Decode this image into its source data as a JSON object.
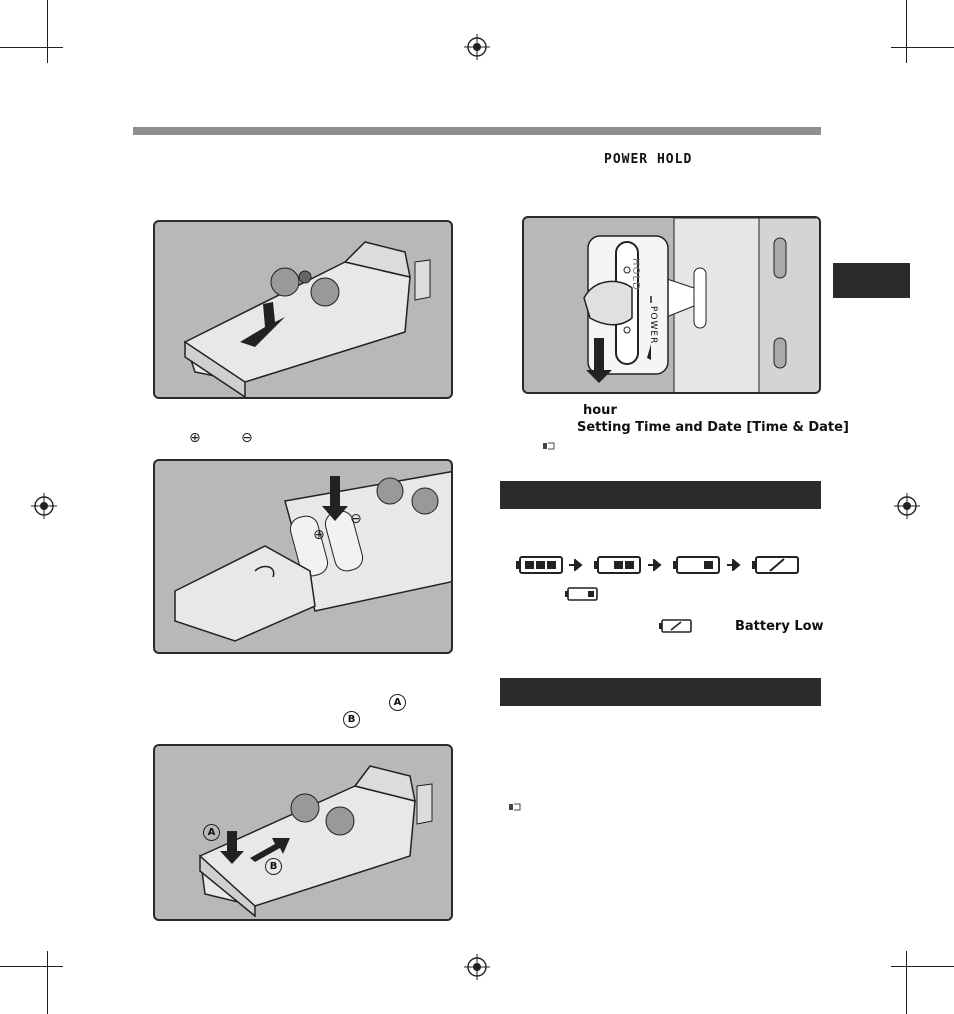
{
  "header": {
    "power_hold": "POWER  HOLD"
  },
  "captions": {
    "hour": "hour",
    "setting_time_date": "Setting Time and Date [Time & Date]",
    "battery_low": "Battery Low"
  },
  "markers": {
    "a": "A",
    "b": "B"
  },
  "figures": {
    "switch_labels": {
      "hold": "HOLD",
      "power": "POWER"
    }
  },
  "colors": {
    "section_bar": "#2b2b2b",
    "top_bar": "#8e8e8e",
    "figure_bg": "#b8b8b8"
  },
  "icons": [
    "registration-mark-icon",
    "plus-terminal-icon",
    "minus-terminal-icon",
    "battery-level-icon",
    "arrow-right-icon",
    "reference-icon"
  ]
}
